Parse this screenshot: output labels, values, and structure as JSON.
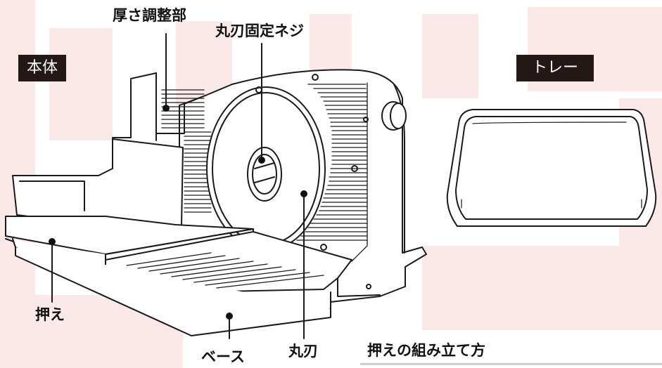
{
  "tags": {
    "body_tag": "本体",
    "tray_tag": "トレー"
  },
  "labels": {
    "thickness": "厚さ調整部",
    "screw": "丸刃固定ネジ",
    "pusher": "押え",
    "base": "ベース",
    "blade": "丸刃"
  },
  "section": {
    "title": "押えの組み立て方"
  },
  "colors": {
    "tag_bg": "#231815",
    "watermark": "#fbe9ea",
    "line": "#1a1a1a"
  }
}
